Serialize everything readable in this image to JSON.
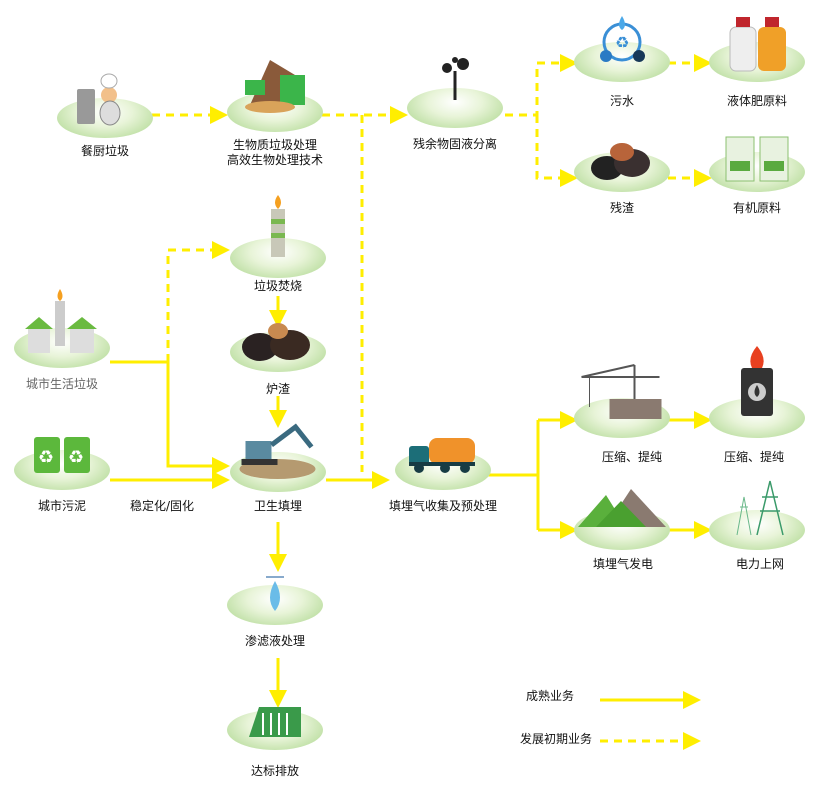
{
  "nodes": {
    "kitchen": "餐厨垃圾",
    "bio1": "生物质垃圾处理",
    "bio2": "高效生物处理技术",
    "separation": "残余物固液分离",
    "sewage": "污水",
    "liquid_fert": "液体肥原料",
    "residue": "残渣",
    "organic": "有机原料",
    "incineration": "垃圾焚烧",
    "slag": "炉渣",
    "msw": "城市生活垃圾",
    "sludge": "城市污泥",
    "stabilize": "稳定化/固化",
    "landfill": "卫生填埋",
    "gas_collect": "填埋气收集及预处理",
    "compress1": "压缩、提纯",
    "compress2": "压缩、提纯",
    "gas_power": "填埋气发电",
    "grid": "电力上网",
    "leachate": "渗滤液处理",
    "discharge": "达标排放"
  },
  "legend": {
    "mature": "成熟业务",
    "early": "发展初期业务"
  },
  "colors": {
    "arrow": "#ffee00",
    "ellipse": "#a9d58a"
  }
}
